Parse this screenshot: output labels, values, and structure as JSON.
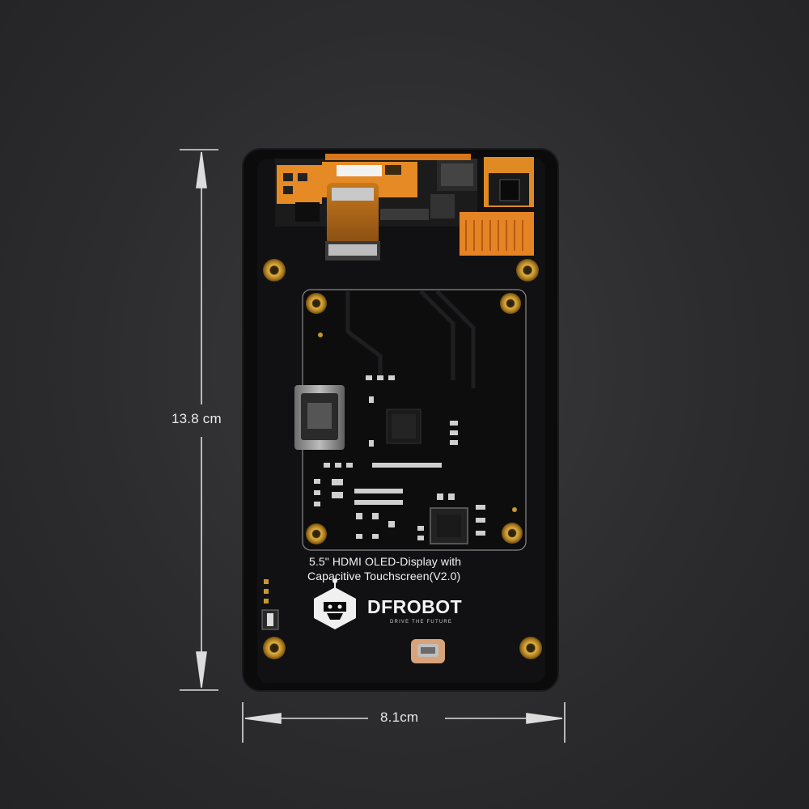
{
  "dimensions": {
    "height_label": "13.8 cm",
    "width_label": "8.1cm"
  },
  "board": {
    "product_line1": "5.5\" HDMI OLED-Display with",
    "product_line2": "Capacitive Touchscreen(V2.0)",
    "brand": "DFROBOT",
    "tagline": "DRIVE THE FUTURE"
  },
  "colors": {
    "background": "#2e2e30",
    "board_black": "#0c0c0d",
    "flex_orange": "#e07a1f",
    "gold": "#c99a2e",
    "dimension_line": "#dcdcdc"
  }
}
